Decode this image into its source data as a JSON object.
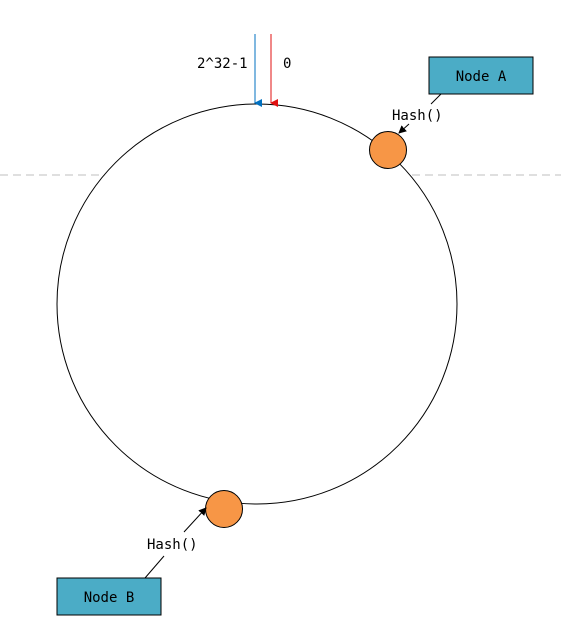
{
  "labels": {
    "max_value": "2^32-1",
    "zero": "0"
  },
  "nodes": [
    {
      "name": "Node A",
      "hash": "Hash()"
    },
    {
      "name": "Node B",
      "hash": "Hash()"
    }
  ],
  "colors": {
    "ring": "#000000",
    "node_fill": "#F79646",
    "node_stroke": "#000000",
    "box_fill": "#4BACC6",
    "blue_arrow": "#0070C0",
    "red_arrow": "#E01010",
    "dashed_line": "#BFBFBF"
  }
}
